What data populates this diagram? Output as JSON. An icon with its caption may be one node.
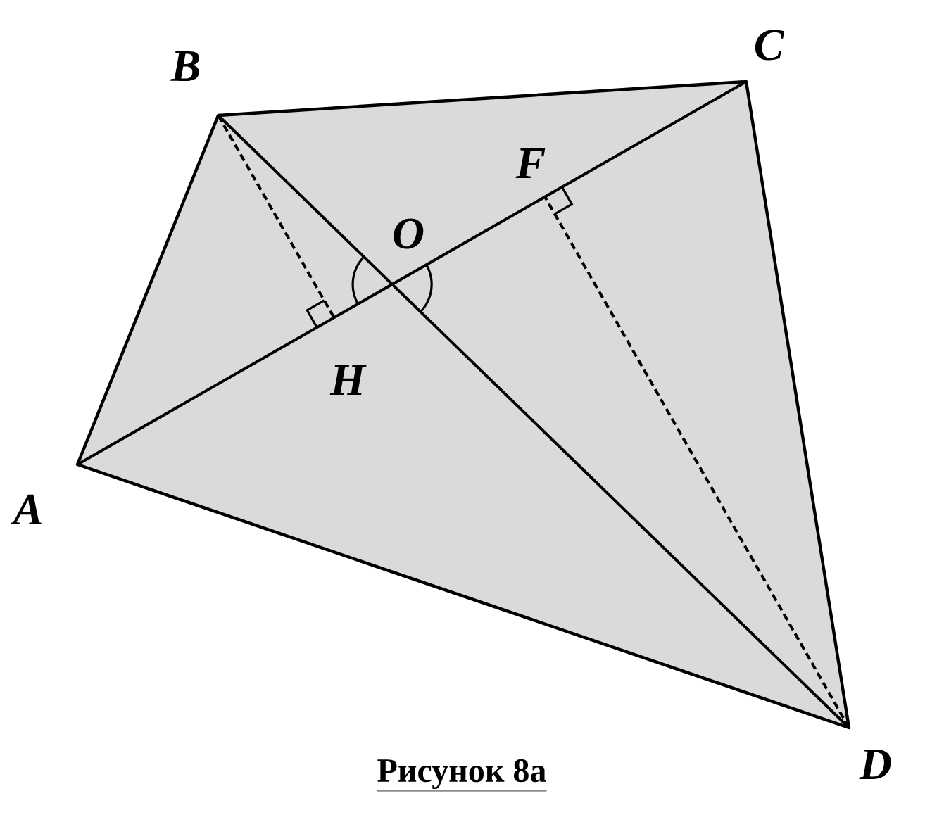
{
  "diagram": {
    "caption": "Рисунок 8а",
    "labels": [
      "B",
      "C",
      "F",
      "O",
      "H",
      "A",
      "D"
    ]
  }
}
